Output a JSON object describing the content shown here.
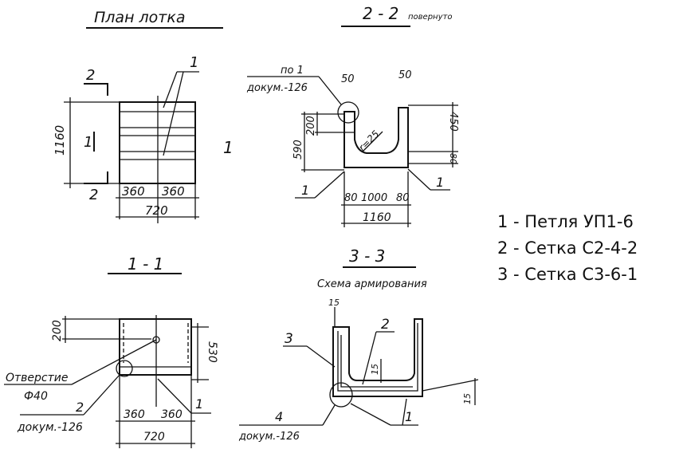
{
  "plan": {
    "title": "План лотка",
    "callout_1": "1",
    "section_2_top": "2",
    "section_2_bottom": "2",
    "section_1_left": "1",
    "section_1_right": "1",
    "dim_height": "1160",
    "dim_left": "360",
    "dim_right": "360",
    "dim_total": "720"
  },
  "section_2_2": {
    "title": "2 - 2",
    "subtitle": "повернуто",
    "ref_num": "по 1",
    "ref_doc": "докум.-126",
    "dim_top_left": "50",
    "dim_top_right": "50",
    "dim_200": "200",
    "dim_590": "590",
    "dim_radius": "r=25",
    "dim_450": "450",
    "dim_80_right": "80",
    "dim_80_left": "80",
    "dim_1000": "1000",
    "dim_80_bottom": "80",
    "dim_1160": "1160",
    "callout_left": "1",
    "callout_right": "1"
  },
  "section_1_1": {
    "title": "1 - 1",
    "dim_200": "200",
    "dim_530": "530",
    "hole_label": "Отверстие",
    "hole_size": "Ф40",
    "ref_num": "2",
    "ref_doc": "докум.-126",
    "callout_1": "1",
    "dim_left": "360",
    "dim_right": "360",
    "dim_total": "720"
  },
  "section_3_3": {
    "title": "3 - 3",
    "subtitle": "Схема армирования",
    "dim_15_top": "15",
    "dim_15_inner": "15",
    "dim_15_right": "15",
    "callout_3": "3",
    "callout_2": "2",
    "callout_1": "1",
    "ref_num": "4",
    "ref_doc": "докум.-126"
  },
  "legend": [
    "1 - Петля УП1-6",
    "2 - Сетка С2-4-2",
    "3 - Сетка С3-6-1"
  ]
}
